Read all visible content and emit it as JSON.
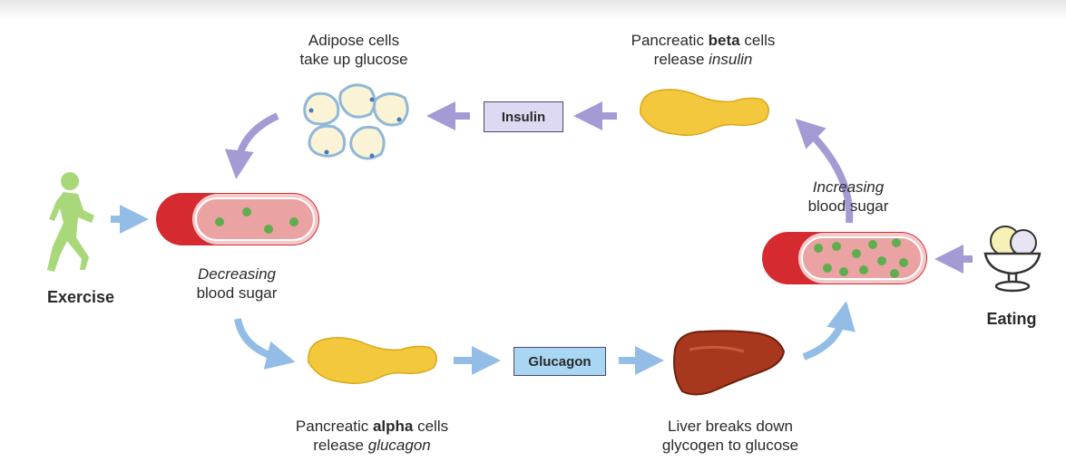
{
  "labels": {
    "adipose_line1": "Adipose cells",
    "adipose_line2": "take up glucose",
    "beta_pre": "Pancreatic ",
    "beta_bold": "beta",
    "beta_post": " cells",
    "beta_line2_pre": "release ",
    "beta_line2_italic": "insulin",
    "increasing_italic": "Increasing",
    "increasing_line2": "blood sugar",
    "decreasing_italic": "Decreasing",
    "decreasing_line2": "blood sugar",
    "exercise": "Exercise",
    "eating": "Eating",
    "alpha_pre": "Pancreatic ",
    "alpha_bold": "alpha",
    "alpha_post": " cells",
    "alpha_line2_pre": "release ",
    "alpha_line2_italic": "glucagon",
    "liver_line1": "Liver breaks down",
    "liver_line2": "glycogen to glucose"
  },
  "hormones": {
    "insulin": {
      "label": "Insulin",
      "fill": "#ded9f2"
    },
    "glucagon": {
      "label": "Glucagon",
      "fill": "#a9d6f2"
    }
  },
  "colors": {
    "insulin_arrow": "#a49ad4",
    "glucagon_arrow": "#93bde6",
    "vessel_red": "#d42a30",
    "vessel_inner": "#eba2a2",
    "glucose_dot": "#5fae4e",
    "pancreas": "#f4c83c",
    "liver": "#a8381d",
    "figure_green": "#a8d87a"
  },
  "icons": [
    "running-person-icon",
    "ice-cream-icon",
    "adipose-cells-icon",
    "pancreas-icon",
    "liver-icon",
    "blood-vessel-icon",
    "glucose-molecule-icon"
  ]
}
